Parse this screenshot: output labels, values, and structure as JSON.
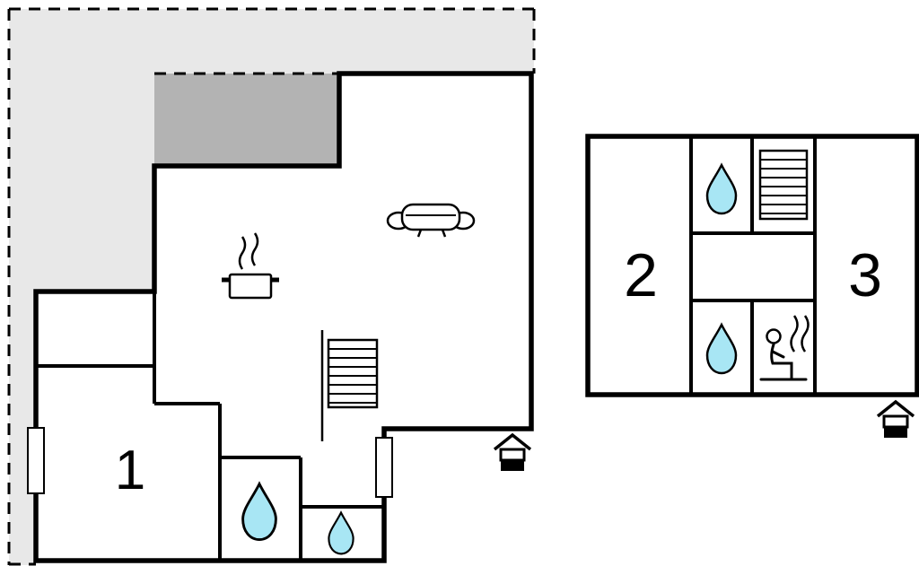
{
  "title": "floor-plan",
  "colors": {
    "wall": "#000000",
    "plot": "#e8e8e8",
    "terrace": "#b3b3b3",
    "water": "#a8e6f4",
    "background": "#ffffff"
  },
  "rooms": {
    "room1": {
      "label": "1"
    },
    "room2": {
      "label": "2"
    },
    "room3": {
      "label": "3"
    }
  },
  "icons": [
    "plot-boundary",
    "terrace-area",
    "cooking-pot-icon",
    "steam-icon",
    "sofa-icon",
    "stairs-icon",
    "handrail",
    "window",
    "water-drop-icon",
    "entrance-icon",
    "sauna-icon"
  ]
}
